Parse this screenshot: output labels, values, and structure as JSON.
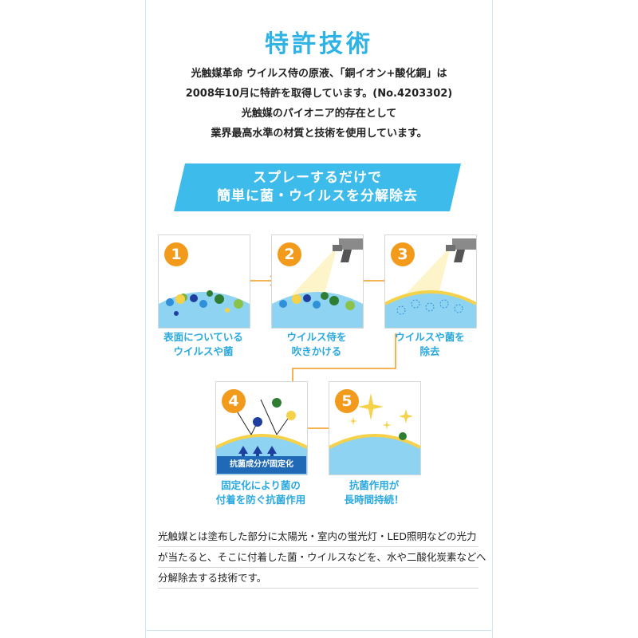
{
  "title": "特許技術",
  "intro": [
    "光触媒革命 ウイルス侍の原液、「銅イオン+酸化銅」は",
    "2008年10月に特許を取得しています。(No.4203302)",
    "光触媒のパイオニア的存在として",
    "業界最高水準の材質と技術を使用しています。"
  ],
  "banner": {
    "line1": "スプレーするだけで",
    "line2": "簡単に菌・ウイルスを分解除去",
    "color": "#3dbbeb"
  },
  "steps": [
    {
      "number": "1",
      "caption_line1": "表面についている",
      "caption_line2": "ウイルスや菌"
    },
    {
      "number": "2",
      "caption_line1": "ウイルス侍を",
      "caption_line2": "吹きかける"
    },
    {
      "number": "3",
      "caption_line1": "ウイルスや菌を",
      "caption_line2": "除去"
    },
    {
      "number": "4",
      "caption_line1": "固定化により菌の",
      "caption_line2": "付着を防ぐ抗菌作用",
      "inner_label": "抗菌成分が固定化"
    },
    {
      "number": "5",
      "caption_line1": "抗菌作用が",
      "caption_line2": "長時間持続！"
    }
  ],
  "footer": [
    "光触媒とは塗布した部分に太陽光・室内の蛍光灯・LED照明などの光力",
    "が当たると、そこに付着した菌・ウイルスなどを、水や二酸化炭素などへ",
    "分解除去する技術です。"
  ],
  "colors": {
    "accent": "#2fb3e6",
    "step_number": "#f29a1c",
    "caption": "#2aa9df",
    "water": "#8fd3f2",
    "coating": "#f5d24a"
  }
}
